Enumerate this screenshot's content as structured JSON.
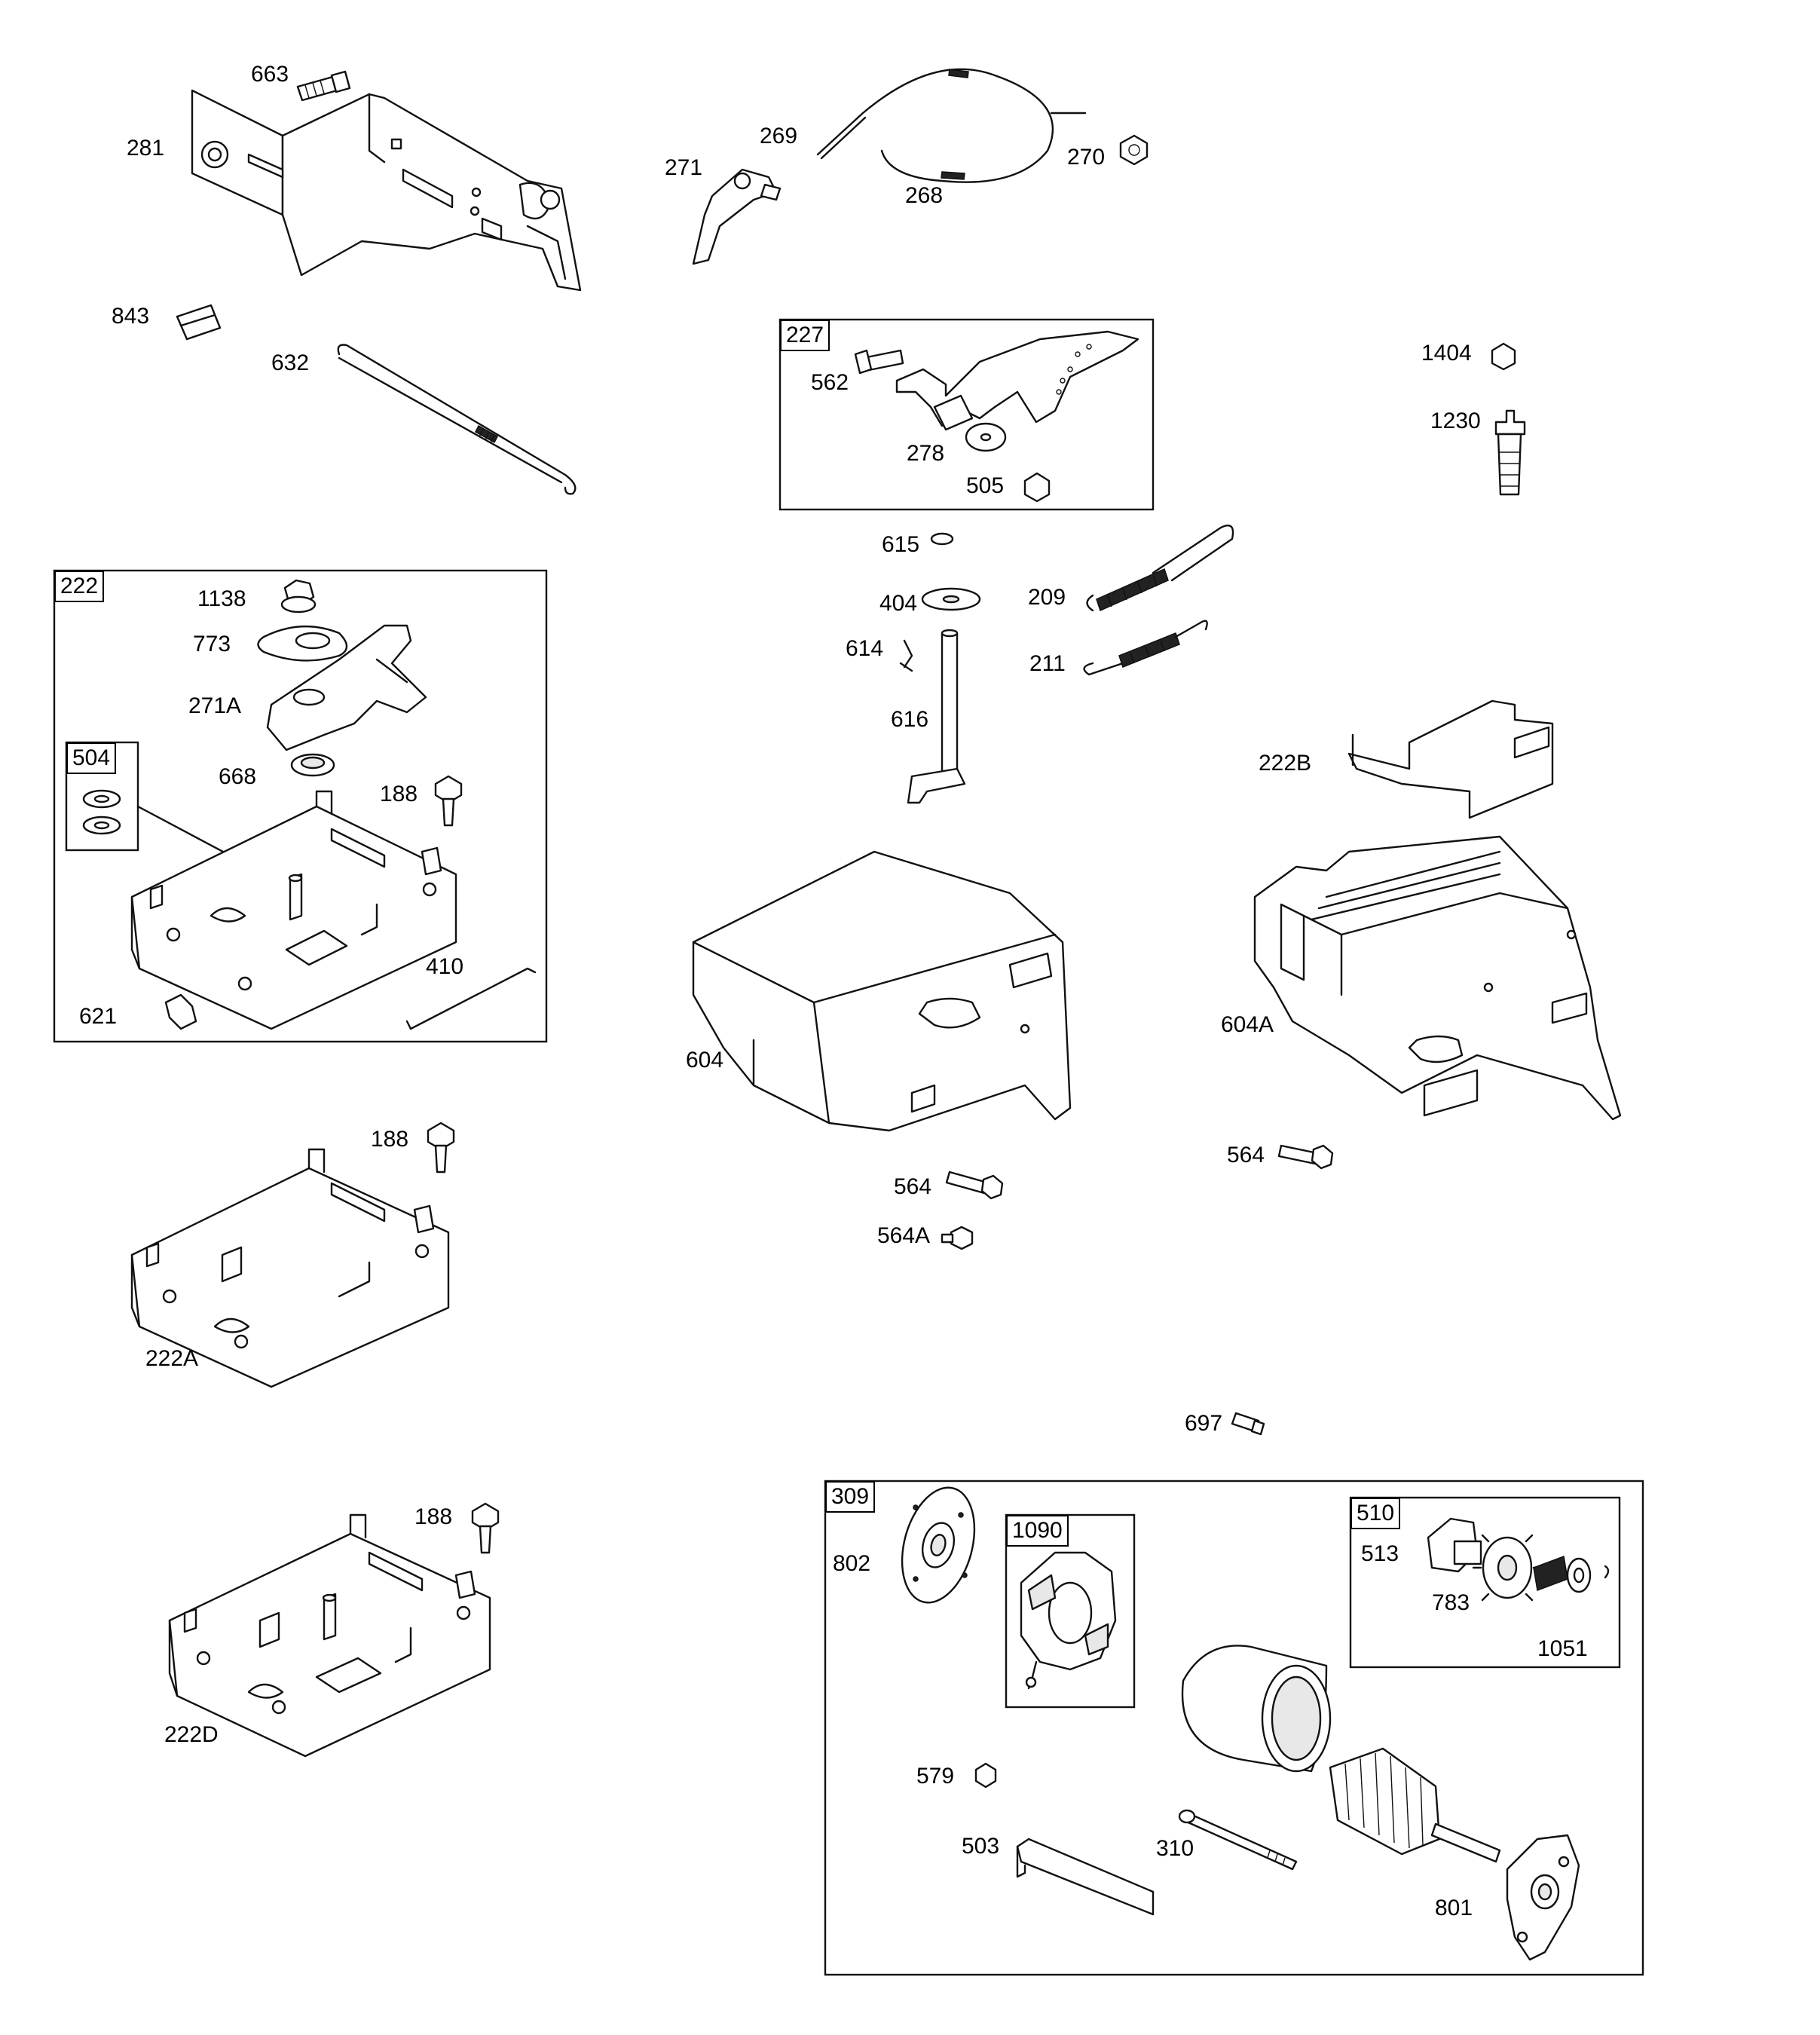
{
  "groups": {
    "g222": "222",
    "g504": "504",
    "g227": "227",
    "g309": "309",
    "g1090": "1090",
    "g510": "510"
  },
  "parts": {
    "p663": "663",
    "p281": "281",
    "p843": "843",
    "p632": "632",
    "p271": "271",
    "p269": "269",
    "p268": "268",
    "p270": "270",
    "p562": "562",
    "p278": "278",
    "p505": "505",
    "p1404": "1404",
    "p1230": "1230",
    "p1138": "1138",
    "p773": "773",
    "p271A": "271A",
    "p668": "668",
    "p188a": "188",
    "p410": "410",
    "p621": "621",
    "p615": "615",
    "p404": "404",
    "p614": "614",
    "p616": "616",
    "p209": "209",
    "p211": "211",
    "p222B": "222B",
    "p604": "604",
    "p604A": "604A",
    "p564a": "564",
    "p564A": "564A",
    "p564b": "564",
    "p188b": "188",
    "p222A": "222A",
    "p697": "697",
    "p188c": "188",
    "p222D": "222D",
    "p802": "802",
    "p513": "513",
    "p783": "783",
    "p1051": "1051",
    "p579": "579",
    "p503": "503",
    "p310": "310",
    "p801": "801"
  }
}
